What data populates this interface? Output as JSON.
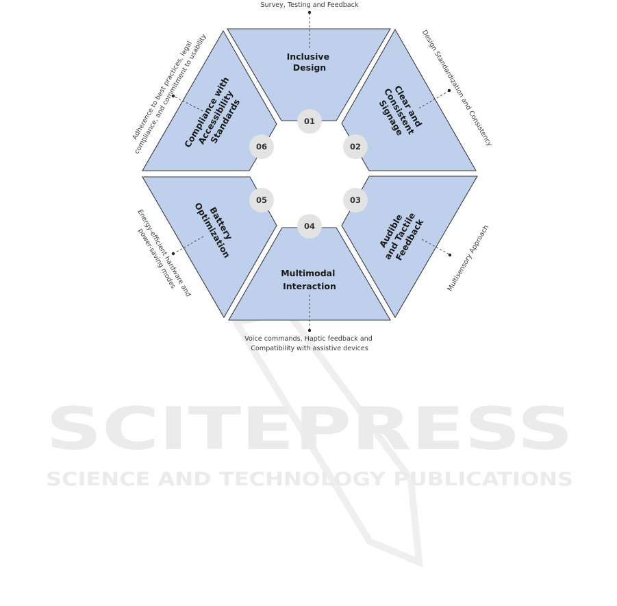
{
  "watermark": {
    "main": "SCITEPRESS",
    "sub": "SCIENCE AND TECHNOLOGY PUBLICATIONS"
  },
  "segments": [
    {
      "number": "01",
      "title": [
        "Inclusive",
        "Design"
      ],
      "note": [
        "Survey, Testing and Feedback"
      ]
    },
    {
      "number": "02",
      "title": [
        "Clear and",
        "Consistent",
        "Signage"
      ],
      "note": [
        "Design Standardization and Consistency"
      ]
    },
    {
      "number": "03",
      "title": [
        "Audible",
        "and Tactile",
        "Feedback"
      ],
      "note": [
        "Multisensory Approach"
      ]
    },
    {
      "number": "04",
      "title": [
        "Multimodal",
        "Interaction"
      ],
      "note": [
        "Voice commands, Haptic feedback and",
        "Compatibility with assistive devices"
      ]
    },
    {
      "number": "05",
      "title": [
        "Battery",
        "Optimization"
      ],
      "note": [
        "Energy-efficient hardware and",
        "power-saving modes"
      ]
    },
    {
      "number": "06",
      "title": [
        "Compliance with",
        "Accessibility",
        "Standards"
      ],
      "note": [
        "Adherence to best practices, legal",
        "compliance, and commitment to usability"
      ]
    }
  ]
}
